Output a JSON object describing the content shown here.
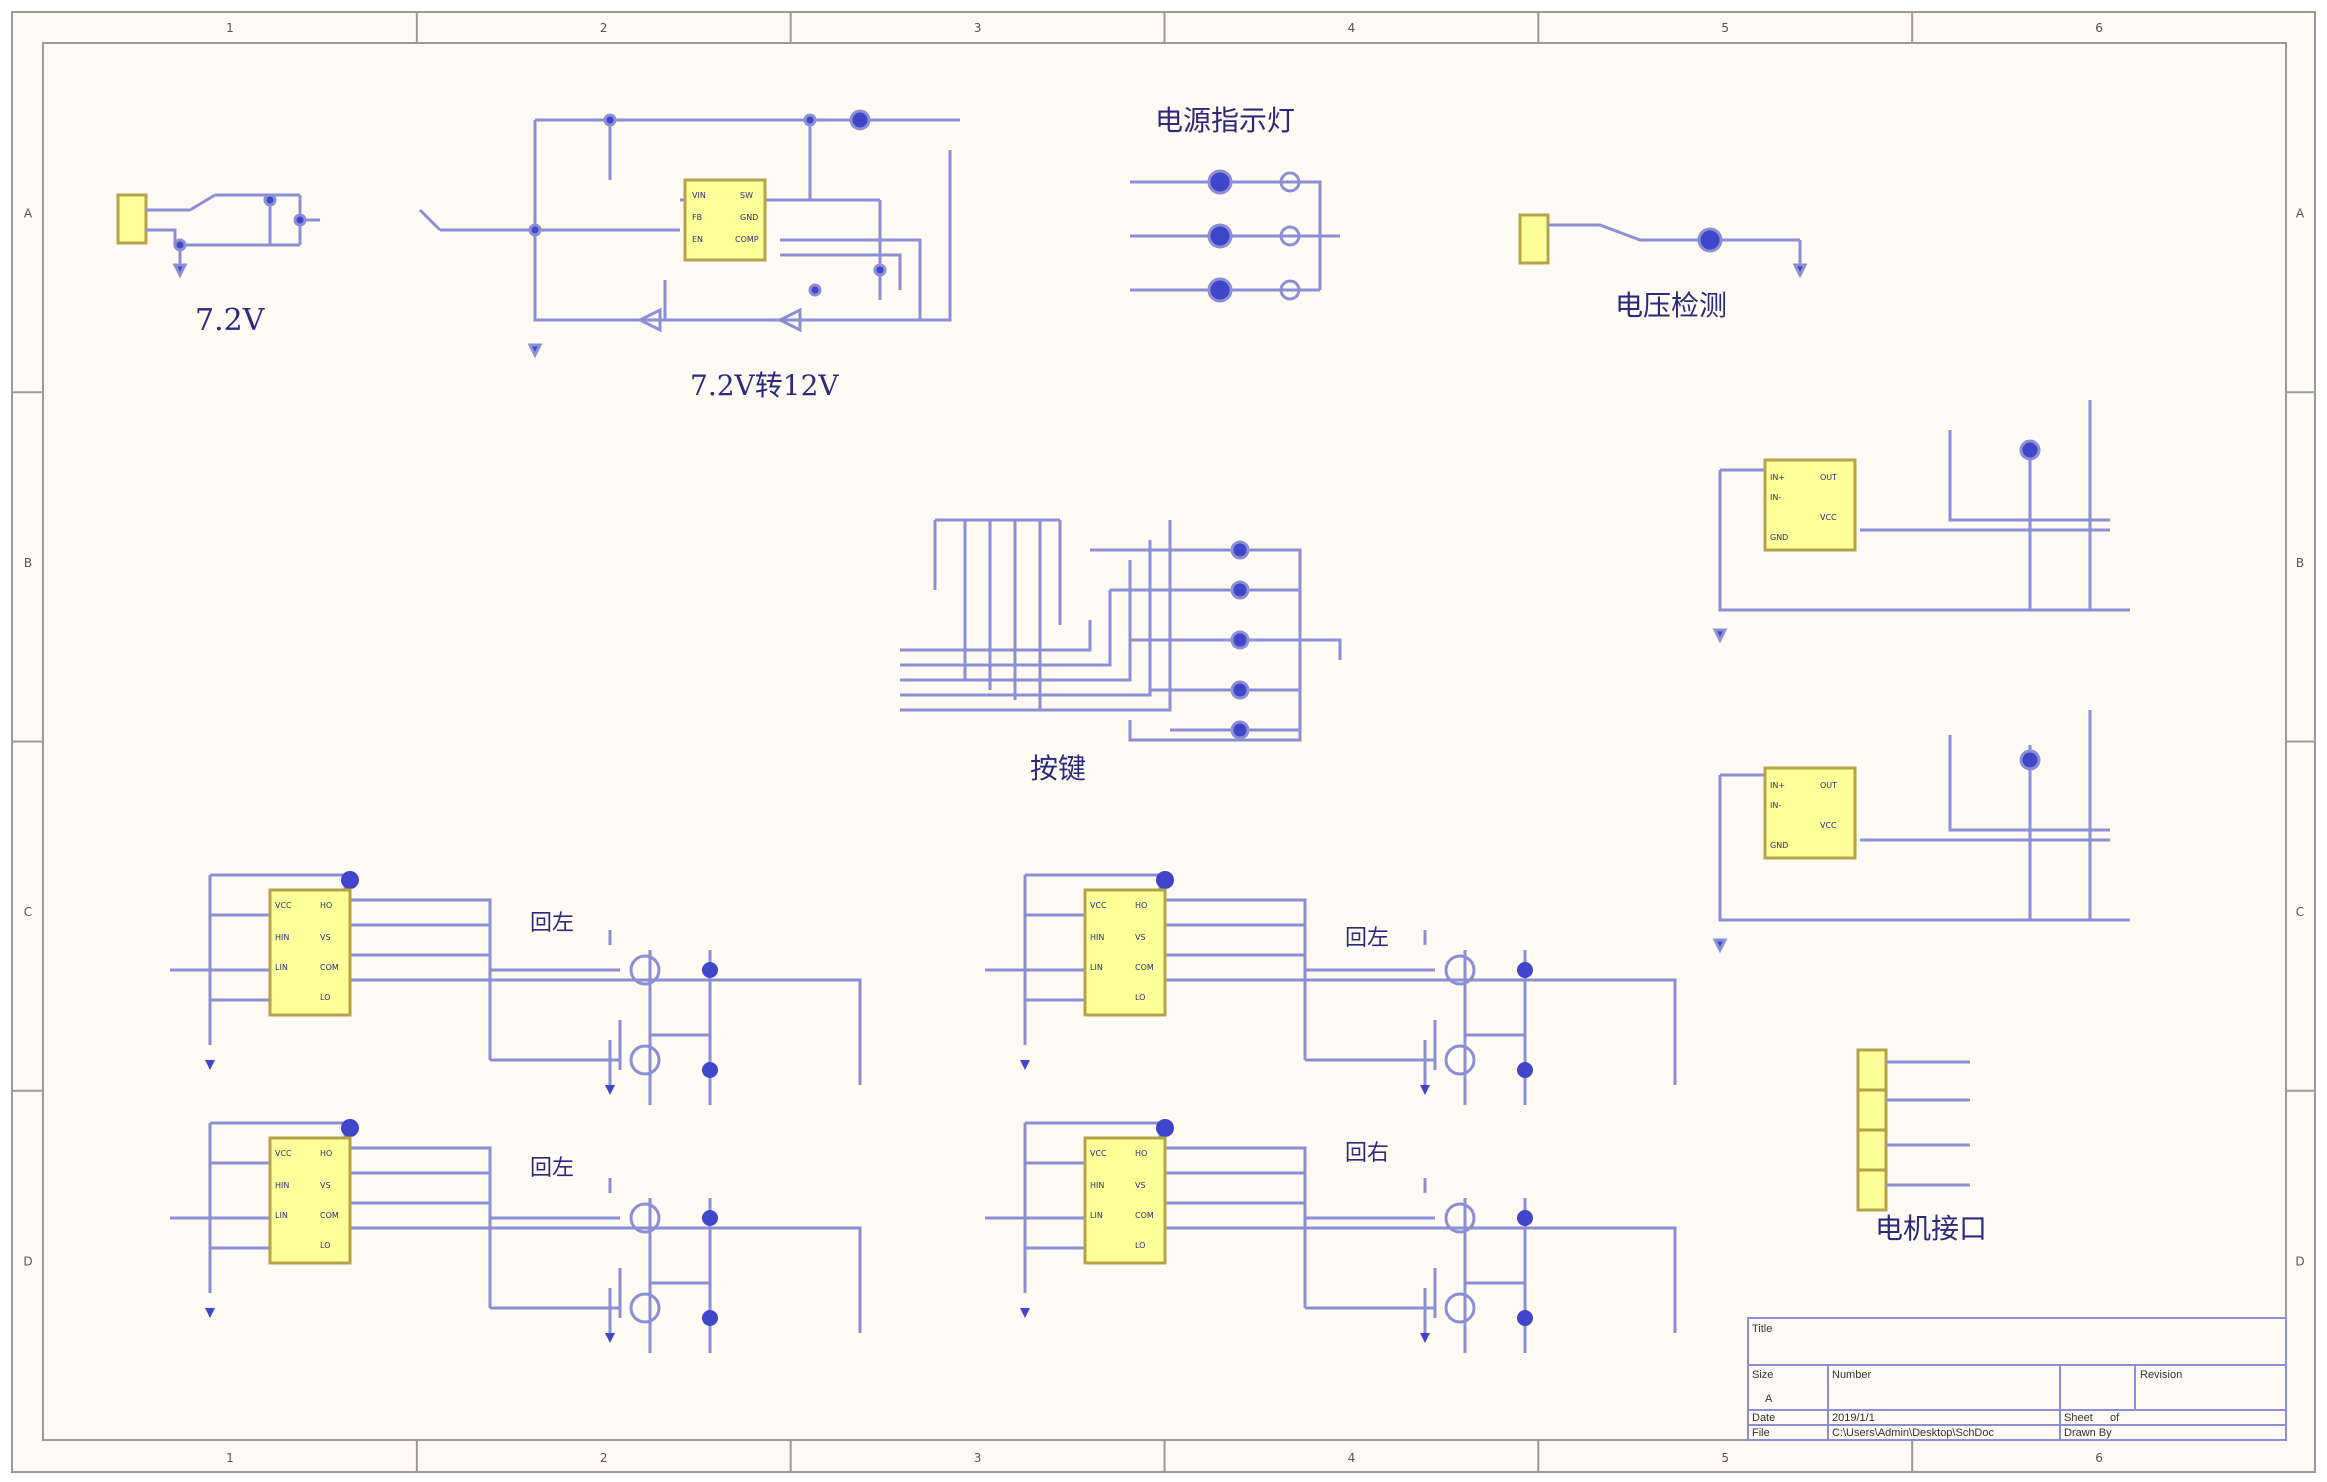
{
  "colors": {
    "paper": "#fffaf4",
    "wire": "#8a8fd6",
    "component": "#3f46c9",
    "ic_fill": "#ffff99",
    "ic_border": "#b5a34a",
    "net_label": "#b23a3a",
    "title_text": "#2b2b7a"
  },
  "frame": {
    "columns": [
      "1",
      "2",
      "3",
      "4",
      "5",
      "6"
    ],
    "rows": [
      "A",
      "B",
      "C",
      "D"
    ]
  },
  "sections": {
    "battery": "7.2V",
    "boost": "7.2V转12V",
    "current_sense": "电源指示灯",
    "voltage_sense": "电压检测",
    "keys": "按键",
    "motor_if": "电机接口",
    "bridge_1": "回左",
    "bridge_2": "回左",
    "bridge_3": "回左",
    "bridge_4": "回右"
  },
  "title_block": {
    "title_label": "Title",
    "size_label": "Size",
    "size_value": "A",
    "number_label": "Number",
    "revision_label": "Revision",
    "date_label": "Date",
    "date_value": "2019/1/1",
    "sheet_label": "Sheet",
    "sheet_value": "of",
    "file_label": "File",
    "file_value": "C:\\Users\\Admin\\Desktop\\SchDoc",
    "drawn_label": "Drawn By"
  },
  "chips": {
    "boost_ic": [
      "VIN",
      "SW",
      "FB",
      "GND",
      "EN",
      "COMP"
    ],
    "driver_ic": [
      "VCC",
      "HO",
      "HIN",
      "VS",
      "LIN",
      "COM",
      "LO"
    ],
    "sense_ic": [
      "IN+",
      "IN-",
      "OUT",
      "VCC",
      "GND"
    ]
  }
}
